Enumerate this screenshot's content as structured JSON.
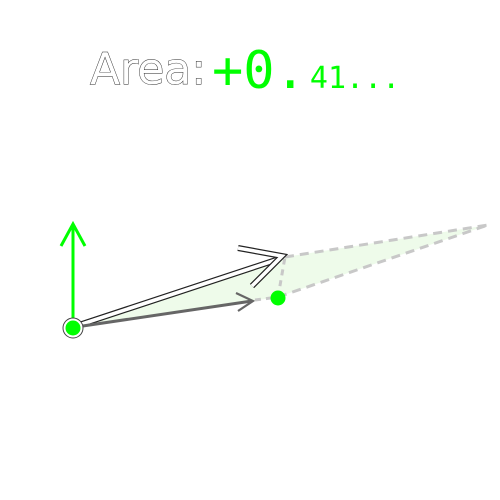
{
  "readout": {
    "label": "Area:",
    "value_main": "+0.",
    "value_rest": "41..."
  },
  "colors": {
    "accent": "#00ff00",
    "fill": "#eefbea",
    "dash": "#c8c8c8",
    "vector_a": "#666666",
    "vector_b_outline": "#222222"
  },
  "icons": {
    "origin": "origin-point-icon",
    "up_arrow": "up-arrow-icon",
    "drag_handle": "drag-handle-icon"
  }
}
